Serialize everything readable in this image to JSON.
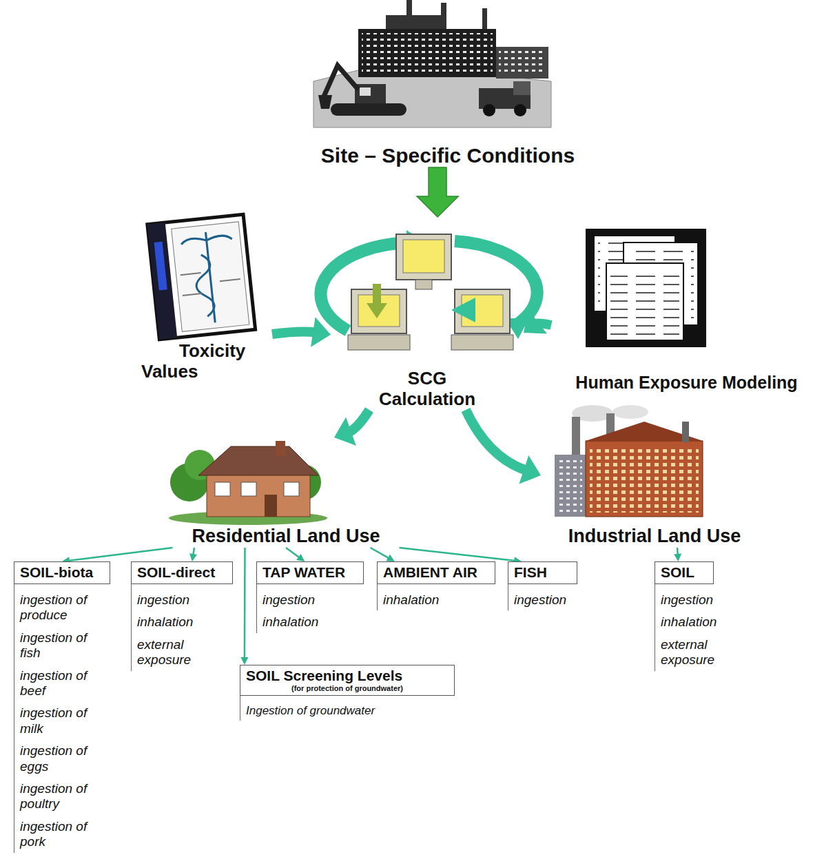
{
  "diagram": {
    "nodes": [
      {
        "text": [
          "Site – Specific Conditions"
        ]
      },
      {
        "text": [
          "Toxicity Values"
        ]
      },
      {
        "text": [
          "SCG Calculation"
        ]
      },
      {
        "text": [
          "Human Exposure Modeling"
        ]
      },
      {
        "text": [
          "Residential Land Use"
        ]
      },
      {
        "text": [
          "Industrial Land Use"
        ]
      },
      {
        "text": [
          "SOIL-biota",
          "ingestion of produce",
          "ingestion of fish",
          "ingestion of beef",
          "ingestion of milk",
          "ingestion of eggs",
          "ingestion of poultry",
          "ingestion of pork"
        ]
      },
      {
        "text": [
          "SOIL-direct",
          "ingestion",
          "inhalation",
          "external exposure"
        ]
      },
      {
        "text": [
          "TAP WATER",
          "ingestion",
          "inhalation"
        ]
      },
      {
        "text": [
          "AMBIENT AIR",
          "inhalation"
        ]
      },
      {
        "text": [
          "FISH",
          "ingestion"
        ]
      },
      {
        "text": [
          "SOIL Screening Levels",
          "(for protection of groundwater)",
          "Ingestion of groundwater"
        ]
      },
      {
        "text": [
          "SOIL",
          "ingestion",
          "inhalation",
          "external exposure"
        ]
      }
    ],
    "edges": [
      {
        "from": 0,
        "to": 2,
        "arrow": "to"
      },
      {
        "from": 1,
        "to": 2,
        "arrow": "to"
      },
      {
        "from": 3,
        "to": 2,
        "arrow": "to"
      },
      {
        "from": 2,
        "to": 4,
        "arrow": "to"
      },
      {
        "from": 2,
        "to": 5,
        "arrow": "to"
      },
      {
        "from": 4,
        "to": 6,
        "arrow": "to"
      },
      {
        "from": 4,
        "to": 7,
        "arrow": "to"
      },
      {
        "from": 4,
        "to": 8,
        "arrow": "to"
      },
      {
        "from": 4,
        "to": 9,
        "arrow": "to"
      },
      {
        "from": 4,
        "to": 10,
        "arrow": "to"
      },
      {
        "from": 4,
        "to": 11,
        "arrow": "to"
      },
      {
        "from": 5,
        "to": 12,
        "arrow": "to"
      }
    ]
  }
}
